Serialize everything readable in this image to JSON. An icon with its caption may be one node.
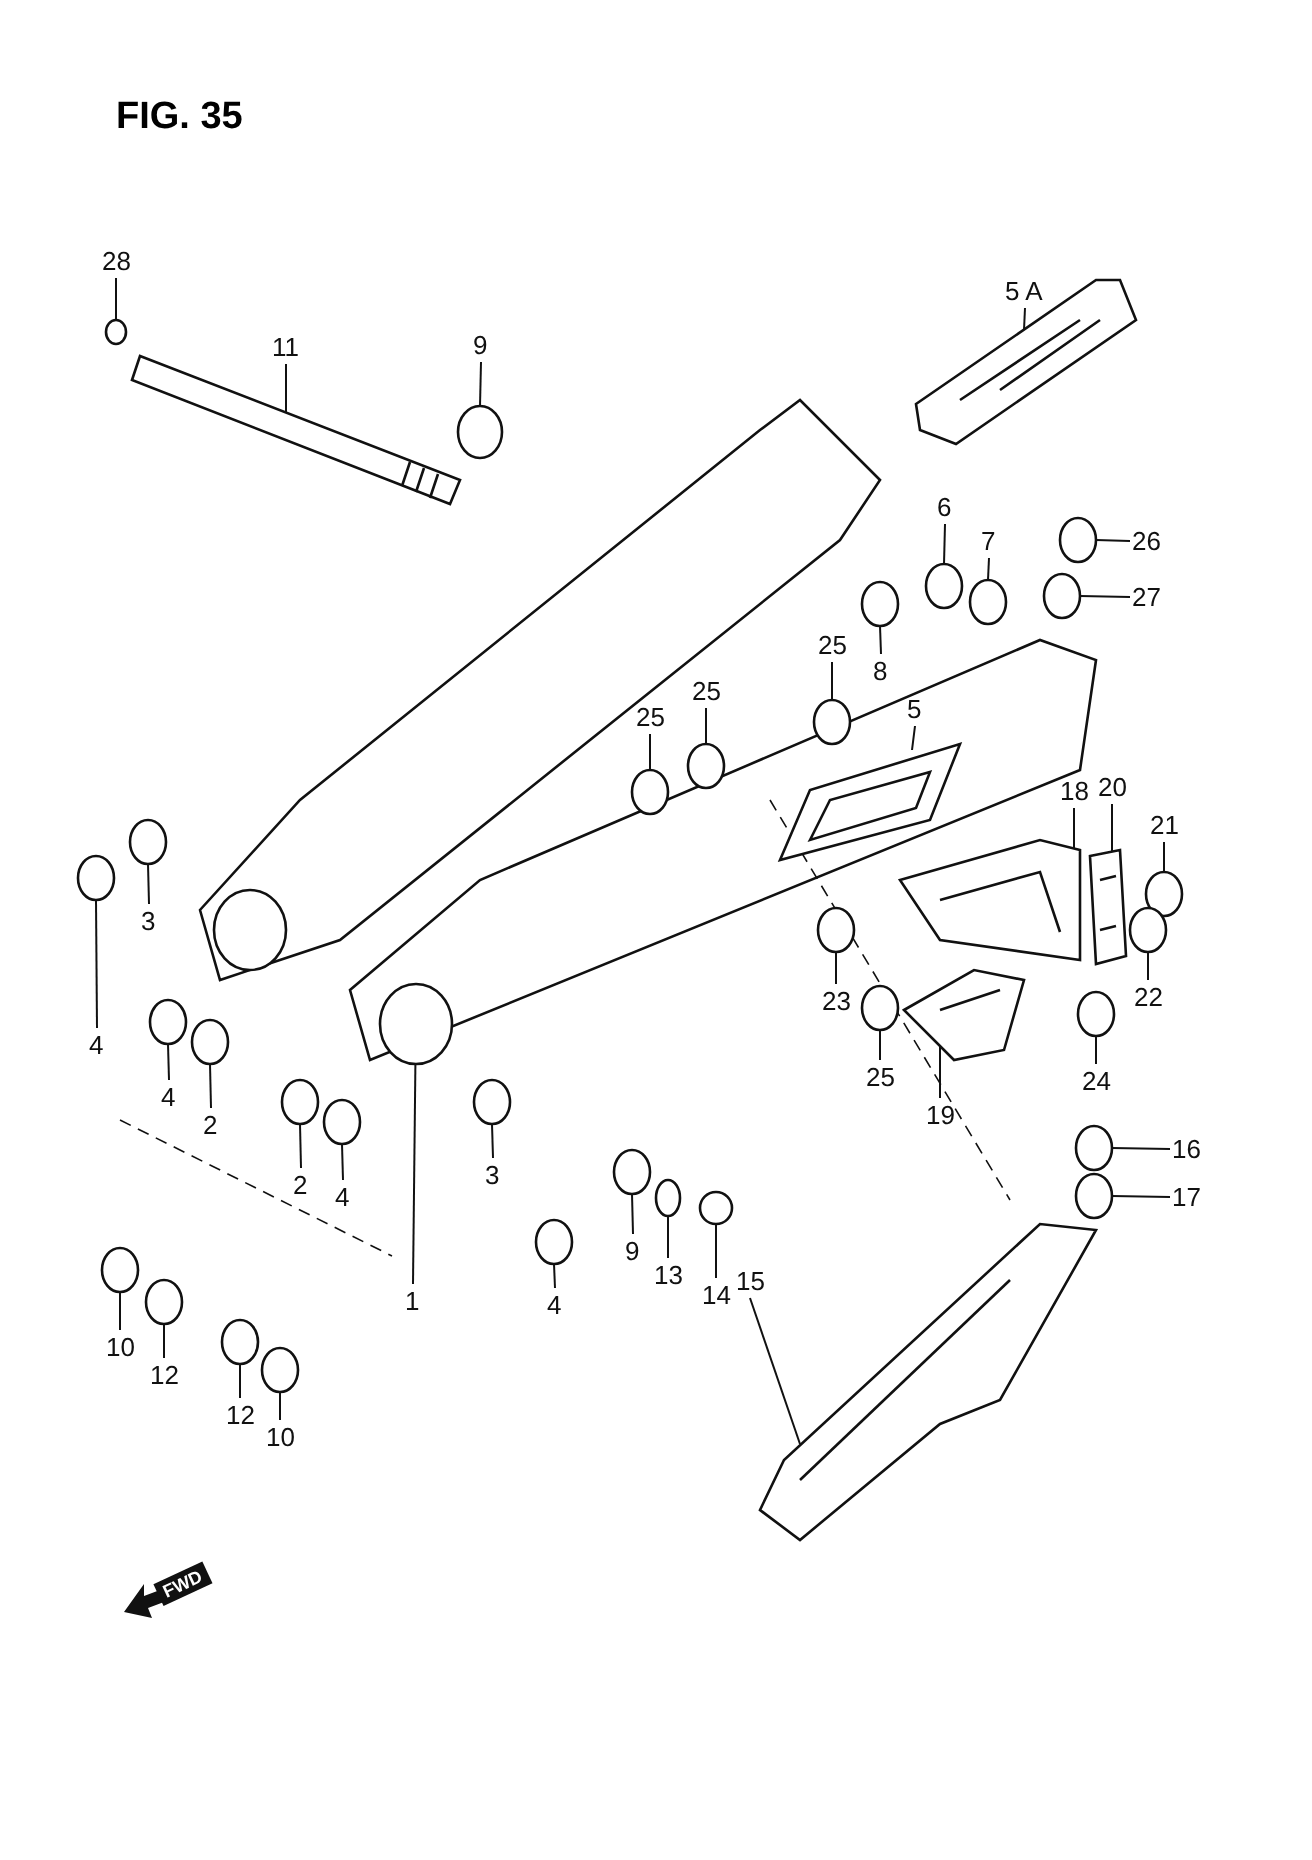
{
  "diagram": {
    "title": "FIG. 35",
    "nodes": [
      {
        "text": [
          "28"
        ]
      },
      {
        "text": [
          "5 A"
        ]
      },
      {
        "text": [
          "11"
        ]
      },
      {
        "text": [
          "9"
        ]
      },
      {
        "text": [
          "6"
        ]
      },
      {
        "text": [
          "26"
        ]
      },
      {
        "text": [
          "7"
        ]
      },
      {
        "text": [
          "27"
        ]
      },
      {
        "text": [
          "25"
        ]
      },
      {
        "text": [
          "8"
        ]
      },
      {
        "text": [
          "25"
        ]
      },
      {
        "text": [
          "5"
        ]
      },
      {
        "text": [
          "25"
        ]
      },
      {
        "text": [
          "20"
        ]
      },
      {
        "text": [
          "18"
        ]
      },
      {
        "text": [
          "21"
        ]
      },
      {
        "text": [
          "3"
        ]
      },
      {
        "text": [
          "23"
        ]
      },
      {
        "text": [
          "22"
        ]
      },
      {
        "text": [
          "4"
        ]
      },
      {
        "text": [
          "25"
        ]
      },
      {
        "text": [
          "24"
        ]
      },
      {
        "text": [
          "4"
        ]
      },
      {
        "text": [
          "19"
        ]
      },
      {
        "text": [
          "2"
        ]
      },
      {
        "text": [
          "16"
        ]
      },
      {
        "text": [
          "3"
        ]
      },
      {
        "text": [
          "2"
        ]
      },
      {
        "text": [
          "17"
        ]
      },
      {
        "text": [
          "4"
        ]
      },
      {
        "text": [
          "9"
        ]
      },
      {
        "text": [
          "13"
        ]
      },
      {
        "text": [
          "15"
        ]
      },
      {
        "text": [
          "14"
        ]
      },
      {
        "text": [
          "1"
        ]
      },
      {
        "text": [
          "4"
        ]
      },
      {
        "text": [
          "10"
        ]
      },
      {
        "text": [
          "12"
        ]
      },
      {
        "text": [
          "12"
        ]
      },
      {
        "text": [
          "10"
        ]
      },
      {
        "text": [],
        "shape": "circle"
      },
      {
        "text": [],
        "shape": "picture"
      },
      {
        "text": [],
        "shape": "picture"
      },
      {
        "text": [],
        "shape": "circle"
      },
      {
        "text": [],
        "shape": "circle"
      },
      {
        "text": [],
        "shape": "circle"
      },
      {
        "text": [],
        "shape": "circle"
      },
      {
        "text": [],
        "shape": "circle"
      },
      {
        "text": [],
        "shape": "circle"
      },
      {
        "text": [],
        "shape": "circle"
      },
      {
        "text": [],
        "shape": "circle"
      },
      {
        "text": [],
        "shape": "picture"
      },
      {
        "text": [],
        "shape": "circle"
      },
      {
        "text": [],
        "shape": "picture"
      },
      {
        "text": [],
        "shape": "picture"
      },
      {
        "text": [],
        "shape": "circle"
      },
      {
        "text": [],
        "shape": "circle"
      },
      {
        "text": [],
        "shape": "circle"
      },
      {
        "text": [],
        "shape": "circle"
      },
      {
        "text": [],
        "shape": "circle"
      },
      {
        "text": [],
        "shape": "circle"
      },
      {
        "text": [],
        "shape": "circle"
      },
      {
        "text": [],
        "shape": "circle"
      },
      {
        "text": [],
        "shape": "picture"
      },
      {
        "text": [],
        "shape": "circle"
      },
      {
        "text": [],
        "shape": "circle"
      },
      {
        "text": [],
        "shape": "circle"
      },
      {
        "text": [],
        "shape": "circle"
      },
      {
        "text": [],
        "shape": "circle"
      },
      {
        "text": [],
        "shape": "circle"
      },
      {
        "text": [],
        "shape": "circle"
      },
      {
        "text": [],
        "shape": "circle"
      },
      {
        "text": [],
        "shape": "picture"
      },
      {
        "text": [],
        "shape": "circle"
      },
      {
        "text": [],
        "shape": "circle"
      },
      {
        "text": [],
        "shape": "circle"
      },
      {
        "text": [],
        "shape": "circle"
      },
      {
        "text": [],
        "shape": "circle"
      },
      {
        "text": [],
        "shape": "circle"
      },
      {
        "text": [],
        "shape": "circle"
      }
    ],
    "edges": [
      {
        "from": 0,
        "to": 40,
        "arrow": "none"
      },
      {
        "from": 1,
        "to": 41,
        "arrow": "none"
      },
      {
        "from": 2,
        "to": 42,
        "arrow": "none"
      },
      {
        "from": 3,
        "to": 43,
        "arrow": "none"
      },
      {
        "from": 4,
        "to": 44,
        "arrow": "none"
      },
      {
        "from": 5,
        "to": 45,
        "arrow": "none"
      },
      {
        "from": 6,
        "to": 46,
        "arrow": "none"
      },
      {
        "from": 7,
        "to": 47,
        "arrow": "none"
      },
      {
        "from": 8,
        "to": 48,
        "arrow": "none"
      },
      {
        "from": 9,
        "to": 49,
        "arrow": "none"
      },
      {
        "from": 10,
        "to": 50,
        "arrow": "none"
      },
      {
        "from": 11,
        "to": 51,
        "arrow": "none"
      },
      {
        "from": 12,
        "to": 52,
        "arrow": "none"
      },
      {
        "from": 13,
        "to": 53,
        "arrow": "none"
      },
      {
        "from": 14,
        "to": 54,
        "arrow": "none"
      },
      {
        "from": 15,
        "to": 55,
        "arrow": "none"
      },
      {
        "from": 16,
        "to": 56,
        "arrow": "none"
      },
      {
        "from": 17,
        "to": 57,
        "arrow": "none"
      },
      {
        "from": 18,
        "to": 58,
        "arrow": "none"
      },
      {
        "from": 19,
        "to": 59,
        "arrow": "none"
      },
      {
        "from": 20,
        "to": 60,
        "arrow": "none"
      },
      {
        "from": 21,
        "to": 61,
        "arrow": "none"
      },
      {
        "from": 22,
        "to": 62,
        "arrow": "none"
      },
      {
        "from": 23,
        "to": 63,
        "arrow": "none"
      },
      {
        "from": 24,
        "to": 64,
        "arrow": "none"
      },
      {
        "from": 25,
        "to": 65,
        "arrow": "none"
      },
      {
        "from": 26,
        "to": 66,
        "arrow": "none"
      },
      {
        "from": 27,
        "to": 67,
        "arrow": "none"
      },
      {
        "from": 28,
        "to": 68,
        "arrow": "none"
      },
      {
        "from": 29,
        "to": 69,
        "arrow": "none"
      },
      {
        "from": 30,
        "to": 70,
        "arrow": "none"
      },
      {
        "from": 31,
        "to": 71,
        "arrow": "none"
      },
      {
        "from": 32,
        "to": 72,
        "arrow": "none"
      },
      {
        "from": 33,
        "to": 73,
        "arrow": "none"
      },
      {
        "from": 34,
        "to": 74,
        "arrow": "none"
      },
      {
        "from": 35,
        "to": 75,
        "arrow": "none"
      },
      {
        "from": 36,
        "to": 76,
        "arrow": "none"
      },
      {
        "from": 37,
        "to": 77,
        "arrow": "none"
      },
      {
        "from": 38,
        "to": 78,
        "arrow": "none"
      },
      {
        "from": 39,
        "to": 79,
        "arrow": "none"
      }
    ],
    "labels": [
      "FWD"
    ]
  }
}
